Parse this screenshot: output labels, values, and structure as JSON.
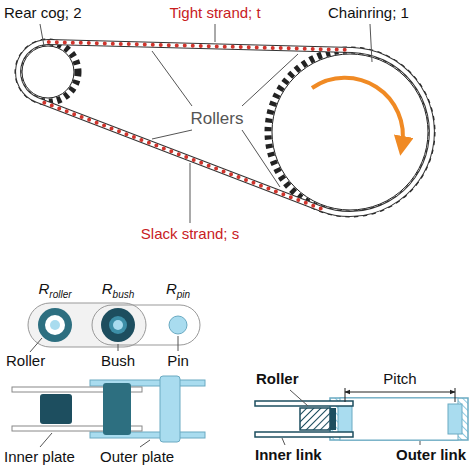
{
  "diagram": {
    "labels": [
      "Rear cog; 2",
      "Tight strand; t",
      "Chainring; 1",
      "Rollers",
      "Slack strand; s",
      "Rroller",
      "Rbush",
      "Rpin",
      "Roller",
      "Bush",
      "Pin",
      "Inner plate",
      "Outer plate",
      "Roller",
      "Pitch",
      "Inner link",
      "Outer link"
    ]
  }
}
